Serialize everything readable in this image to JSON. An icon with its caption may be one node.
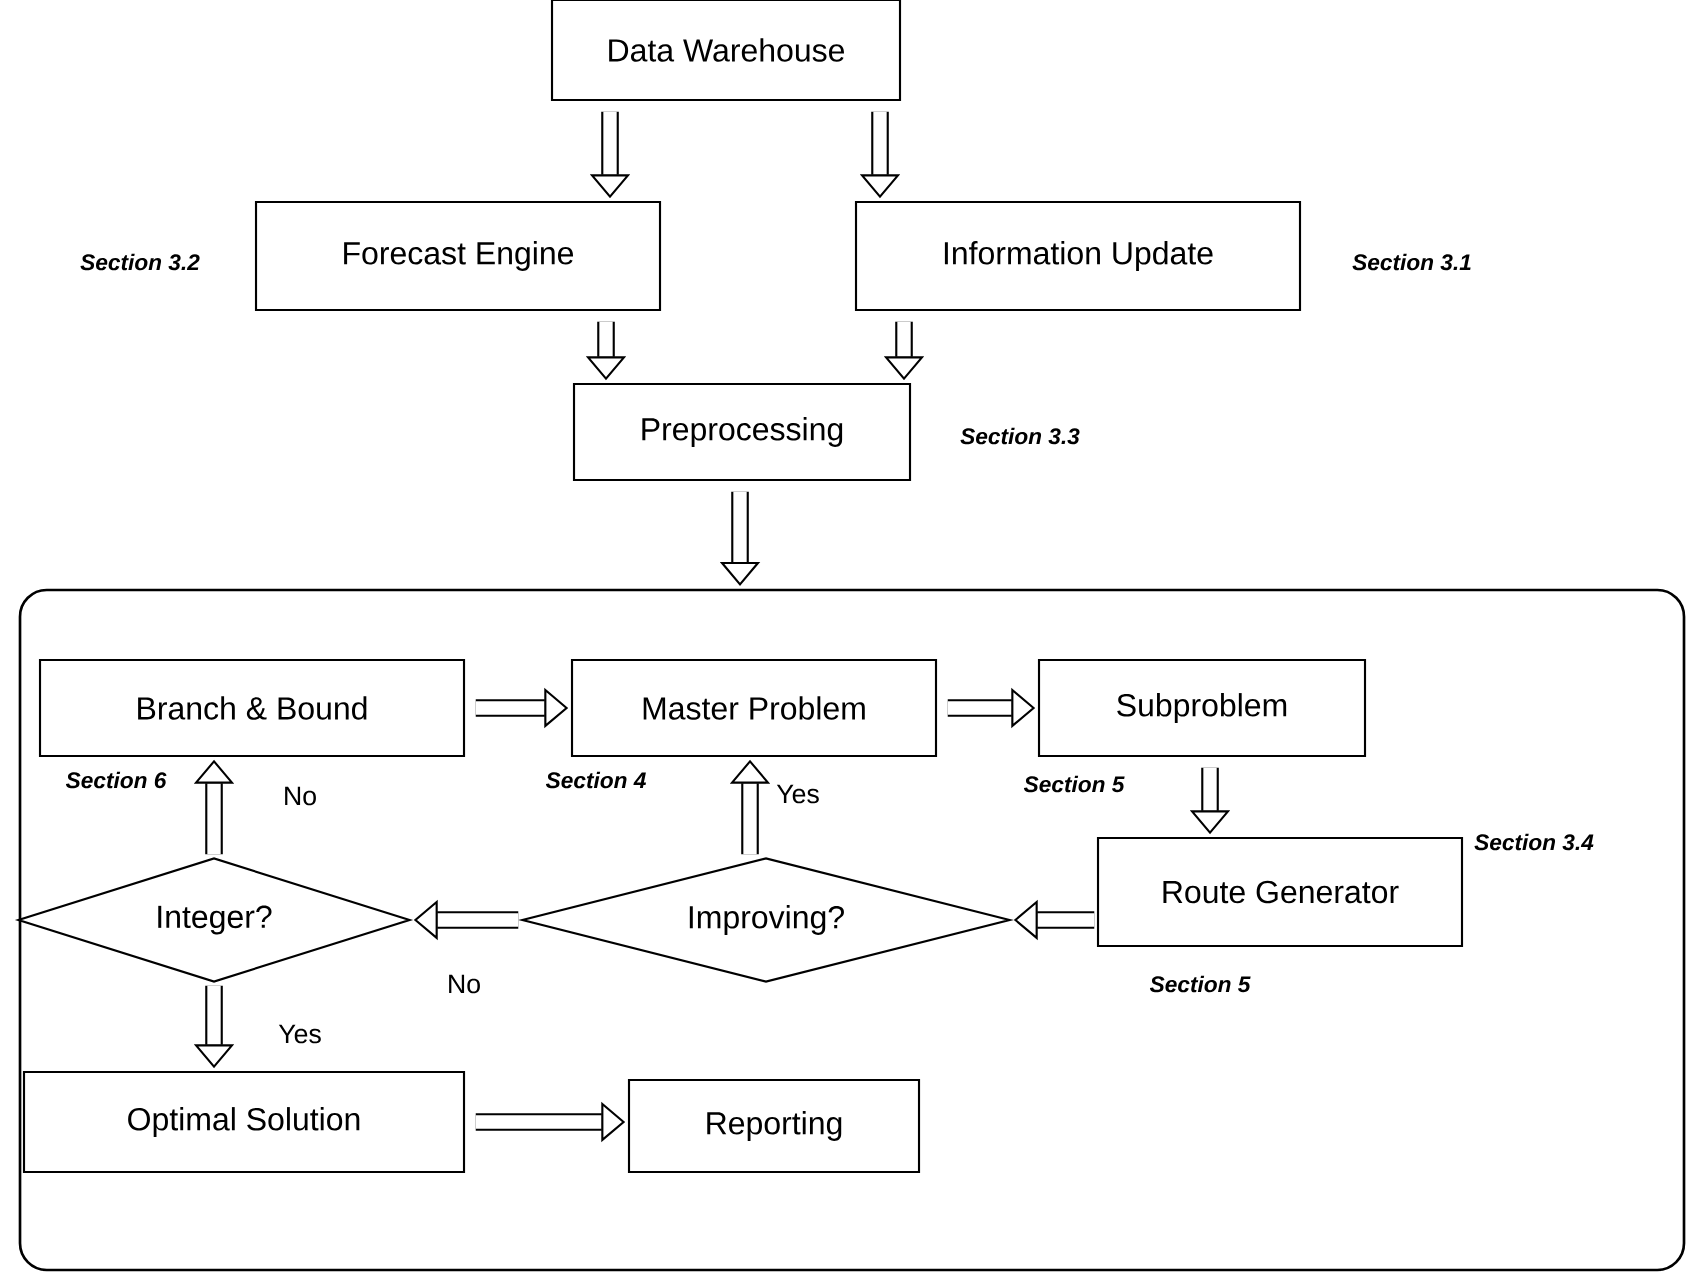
{
  "diagram": {
    "nodes": [
      {
        "text": [
          "Data Warehouse"
        ]
      },
      {
        "text": [
          "Forecast Engine"
        ],
        "beside": [
          "Section 3.2"
        ]
      },
      {
        "text": [
          "Information Update"
        ],
        "beside": [
          "Section 3.1"
        ]
      },
      {
        "text": [
          "Preprocessing"
        ],
        "beside": [
          "Section 3.3"
        ]
      },
      {
        "text": [],
        "shape": "box",
        "beside": [
          "Section 3.4"
        ]
      },
      {
        "text": [
          "Branch & Bound"
        ],
        "in": 4,
        "beside": [
          "Section 6"
        ]
      },
      {
        "text": [
          "Master Problem"
        ],
        "in": 4,
        "beside": [
          "Section 4"
        ]
      },
      {
        "text": [
          "Subproblem"
        ],
        "in": 4,
        "beside": [
          "Section 5"
        ]
      },
      {
        "text": [
          "Integer?"
        ],
        "in": 4
      },
      {
        "text": [
          "Improving?"
        ],
        "in": 4
      },
      {
        "text": [
          "Route Generator"
        ],
        "in": 4,
        "beside": [
          "Section 5"
        ]
      },
      {
        "text": [
          "Optimal Solution"
        ],
        "in": 4
      },
      {
        "text": [
          "Reporting"
        ],
        "in": 4
      }
    ],
    "edges": [
      {
        "from": 0,
        "to": 1,
        "arrow": "to"
      },
      {
        "from": 0,
        "to": 2,
        "arrow": "to"
      },
      {
        "from": 1,
        "to": 3,
        "arrow": "to"
      },
      {
        "from": 2,
        "to": 3,
        "arrow": "to"
      },
      {
        "from": 3,
        "to": 4,
        "arrow": "to"
      },
      {
        "from": 5,
        "to": 6,
        "arrow": "to"
      },
      {
        "from": 6,
        "to": 7,
        "arrow": "to"
      },
      {
        "from": 7,
        "to": 10,
        "arrow": "to"
      },
      {
        "from": 10,
        "to": 9,
        "arrow": "to"
      },
      {
        "from": 9,
        "to": 6,
        "arrow": "to",
        "label": "Yes"
      },
      {
        "from": 9,
        "to": 8,
        "arrow": "to",
        "label": "No"
      },
      {
        "from": 8,
        "to": 5,
        "arrow": "to",
        "label": "No"
      },
      {
        "from": 8,
        "to": 11,
        "arrow": "to",
        "label": "Yes"
      },
      {
        "from": 11,
        "to": 12,
        "arrow": "to"
      }
    ]
  }
}
